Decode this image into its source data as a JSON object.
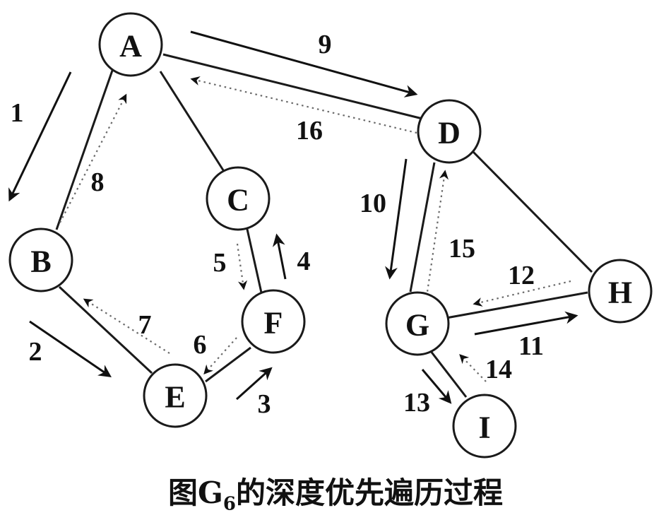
{
  "nodes": {
    "A": "A",
    "B": "B",
    "C": "C",
    "D": "D",
    "E": "E",
    "F": "F",
    "G": "G",
    "H": "H",
    "I": "I"
  },
  "steps": [
    "1",
    "2",
    "3",
    "4",
    "5",
    "6",
    "7",
    "8",
    "9",
    "10",
    "11",
    "12",
    "13",
    "14",
    "15",
    "16"
  ],
  "caption": {
    "prefix": "图G",
    "subscript": "6",
    "suffix": "的深度优先遍历过程"
  },
  "colors": {
    "forward": "#111111",
    "backtrack": "#6a6a6a",
    "node_stroke": "#1a1a1a"
  }
}
